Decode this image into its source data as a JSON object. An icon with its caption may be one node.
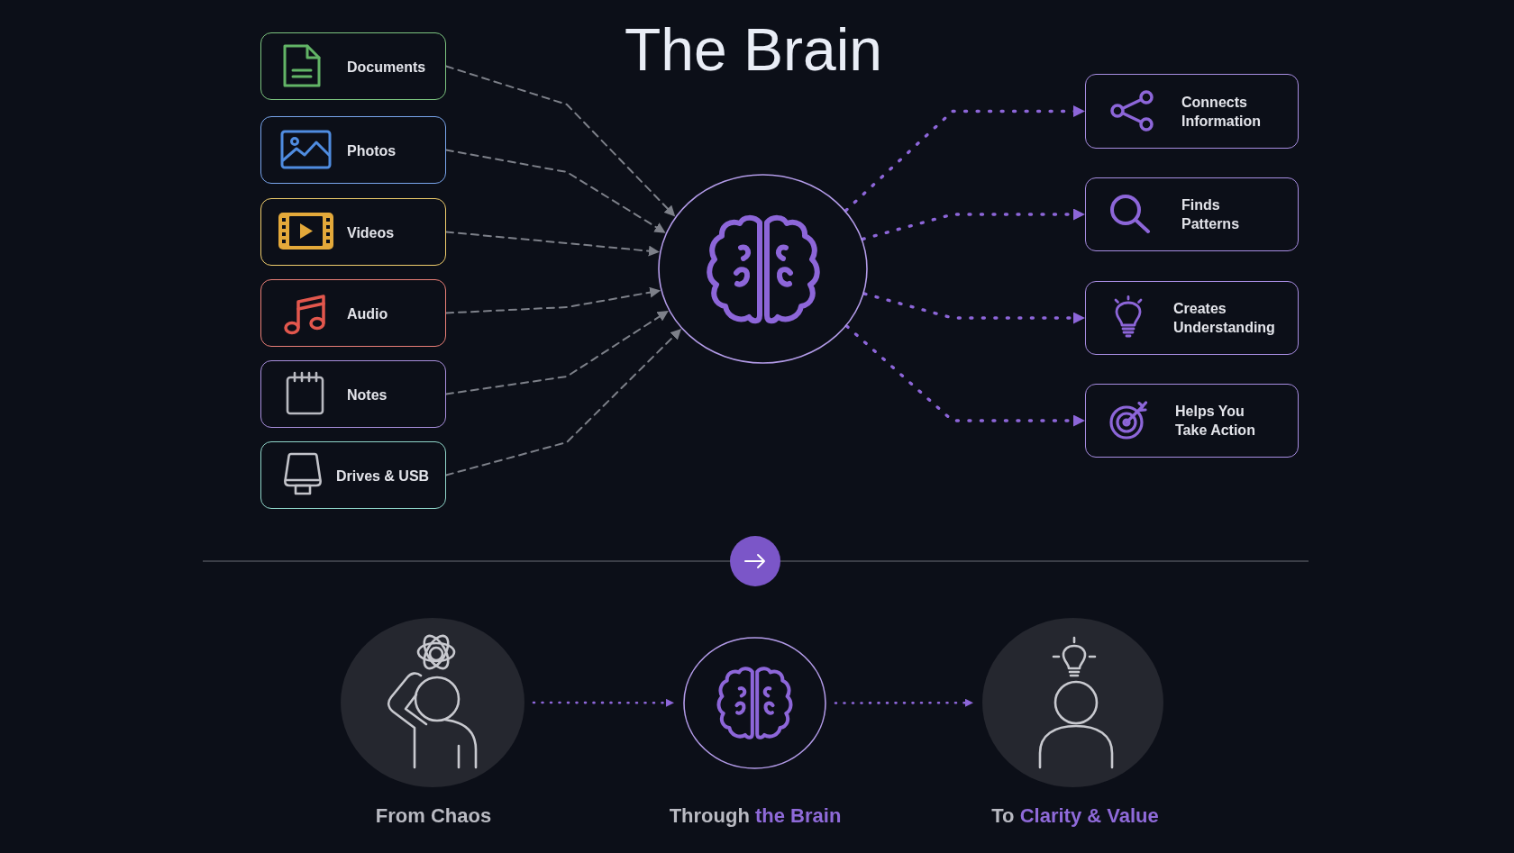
{
  "diagram": {
    "title": "The Brain",
    "nodes": [
      {
        "text": [
          "Documents"
        ]
      },
      {
        "text": [
          "Photos"
        ]
      },
      {
        "text": [
          "Videos"
        ]
      },
      {
        "text": [
          "Audio"
        ]
      },
      {
        "text": [
          "Notes"
        ]
      },
      {
        "text": [
          "Drives & USB"
        ]
      },
      {
        "text": [],
        "shape": "circle"
      },
      {
        "text": [
          "Connects Information"
        ]
      },
      {
        "text": [
          "Finds Patterns"
        ]
      },
      {
        "text": [
          "Creates Understanding"
        ]
      },
      {
        "text": [
          "Helps You Take Action"
        ]
      },
      {
        "text": [],
        "shape": "person",
        "beside": [
          "From Chaos"
        ]
      },
      {
        "text": [],
        "shape": "circle",
        "beside": [
          "Through **the Brain**"
        ]
      },
      {
        "text": [],
        "shape": "person",
        "beside": [
          "To **Clarity & Value**"
        ]
      }
    ],
    "edges": [
      {
        "from": 0,
        "to": 6,
        "arrow": "to",
        "style": "dashed",
        "color": "#7d8089"
      },
      {
        "from": 1,
        "to": 6,
        "arrow": "to",
        "style": "dashed",
        "color": "#7d8089"
      },
      {
        "from": 2,
        "to": 6,
        "arrow": "to",
        "style": "dashed",
        "color": "#7d8089"
      },
      {
        "from": 3,
        "to": 6,
        "arrow": "to",
        "style": "dashed",
        "color": "#7d8089"
      },
      {
        "from": 4,
        "to": 6,
        "arrow": "to",
        "style": "dashed",
        "color": "#7d8089"
      },
      {
        "from": 5,
        "to": 6,
        "arrow": "to",
        "style": "dashed",
        "color": "#7d8089"
      },
      {
        "from": 6,
        "to": 7,
        "arrow": "to"
      },
      {
        "from": 6,
        "to": 8,
        "arrow": "to"
      },
      {
        "from": 6,
        "to": 9,
        "arrow": "to"
      },
      {
        "from": 6,
        "to": 10,
        "arrow": "to"
      },
      {
        "from": 11,
        "to": 12,
        "arrow": "to"
      },
      {
        "from": 12,
        "to": 13,
        "arrow": "to"
      }
    ]
  }
}
